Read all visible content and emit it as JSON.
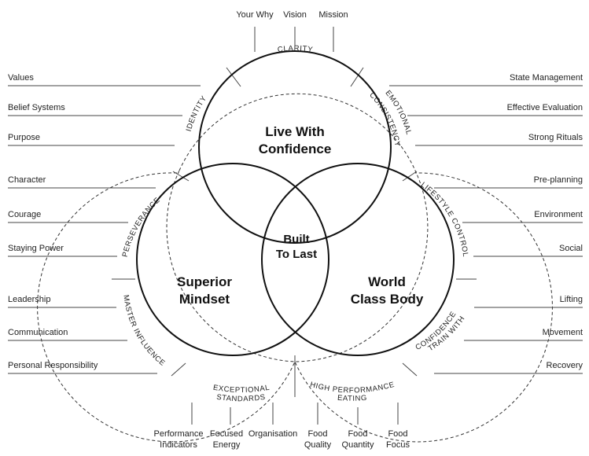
{
  "circles": {
    "top": [
      "Live With",
      "Confidence"
    ],
    "left": [
      "Superior",
      "Mindset"
    ],
    "right": [
      "World",
      "Class Body"
    ],
    "center": [
      "Built",
      "To Last"
    ]
  },
  "arc_labels": {
    "clarity": "CLARITY",
    "identity": "IDENTITY",
    "emotional_1": "EMOTIONAL",
    "emotional_2": "CONSISTENCY",
    "perseverance": "PERSEVERANCE",
    "master_influence": "MASTER INFLUENCE",
    "lifestyle_control": "LIFESTYLE CONTROL",
    "train_1": "TRAIN WITH",
    "train_2": "CONFIDENCE",
    "exceptional_1": "EXCEPTIONAL",
    "exceptional_2": "STANDARDS",
    "high_perf_1": "HIGH PERFORMANCE",
    "high_perf_2": "EATING"
  },
  "top_labels": [
    "Your Why",
    "Vision",
    "Mission"
  ],
  "left_labels": [
    "Values",
    "Belief Systems",
    "Purpose",
    "Character",
    "Courage",
    "Staying Power",
    "Leadership",
    "Communication",
    "Personal Responsibility"
  ],
  "right_labels": [
    "State Management",
    "Effective Evaluation",
    "Strong Rituals",
    "Pre-planning",
    "Environment",
    "Social",
    "Lifting",
    "Movement",
    "Recovery"
  ],
  "bottom_labels": [
    [
      "Performance",
      "Indicators"
    ],
    [
      "Focused",
      "Energy"
    ],
    [
      "Organisation",
      ""
    ],
    [
      "Food",
      "Quality"
    ],
    [
      "Food",
      "Quantity"
    ],
    [
      "Food",
      "Focus"
    ]
  ]
}
